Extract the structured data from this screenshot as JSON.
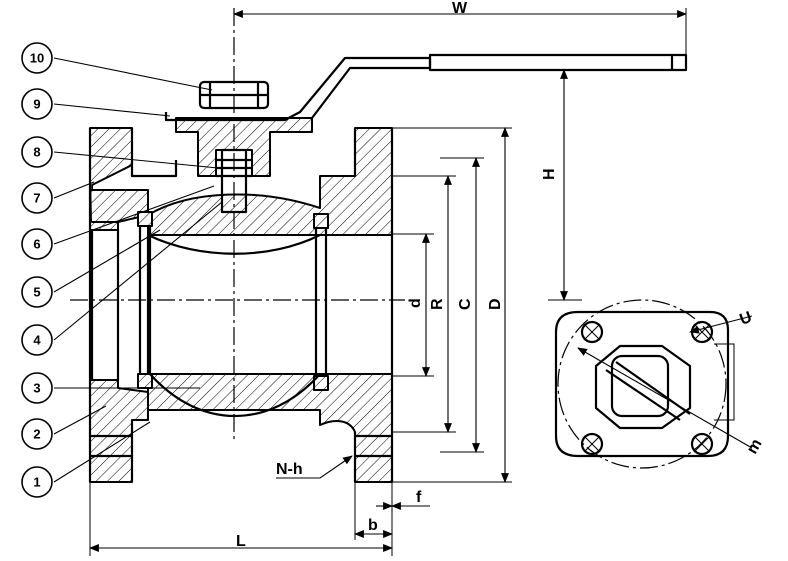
{
  "balloons": [
    "10",
    "9",
    "8",
    "7",
    "6",
    "5",
    "4",
    "3",
    "2",
    "1"
  ],
  "dimensions": {
    "W": "W",
    "H": "H",
    "D": "D",
    "C": "C",
    "R": "R",
    "d": "d",
    "L": "L",
    "b": "b",
    "f": "f",
    "Nh": "N-h",
    "U": "U",
    "m": "m"
  }
}
